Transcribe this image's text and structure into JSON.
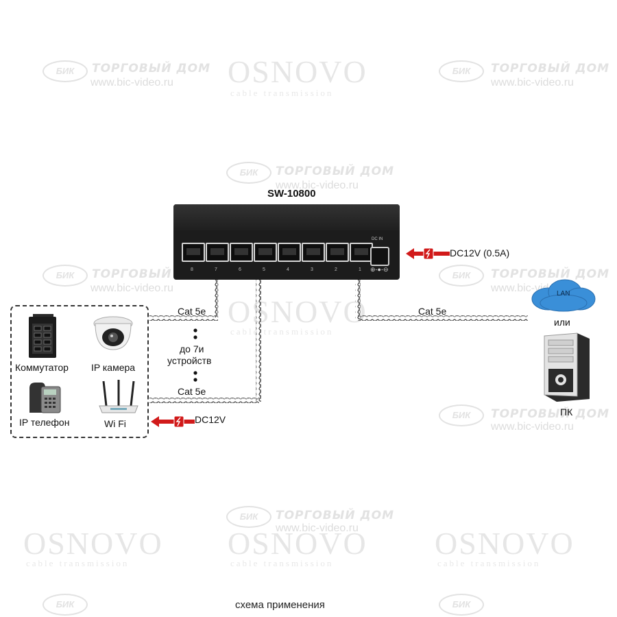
{
  "watermarks": {
    "osnovo": "OSNOVO",
    "osnovo_sub": "cable transmission",
    "bic_badge": "БИК",
    "bic_text": "ТОРГОВЫЙ ДОМ",
    "url": "www.bic-video.ru"
  },
  "switch": {
    "model": "SW-10800",
    "dc_in_label": "DC IN",
    "port_numbers": [
      "8",
      "7",
      "6",
      "5",
      "4",
      "3",
      "2",
      "1"
    ]
  },
  "power": {
    "switch_power": "DC12V (0.5A)",
    "device_power": "DC12V"
  },
  "cables": {
    "left_top": "Cat 5e",
    "left_bottom": "Cat 5e",
    "right": "Cat 5e"
  },
  "devices": {
    "switch_label": "Коммутатор",
    "camera_label": "IP камера",
    "phone_label": "IP телефон",
    "wifi_label": "Wi Fi",
    "count_line1": "до 7и",
    "count_line2": "устройств"
  },
  "network": {
    "lan_label": "LAN",
    "or_label": "или",
    "pc_label": "ПК"
  },
  "caption": "схема применения",
  "colors": {
    "arrow_red": "#d11a1a",
    "cloud_blue": "#3a8fd8"
  }
}
